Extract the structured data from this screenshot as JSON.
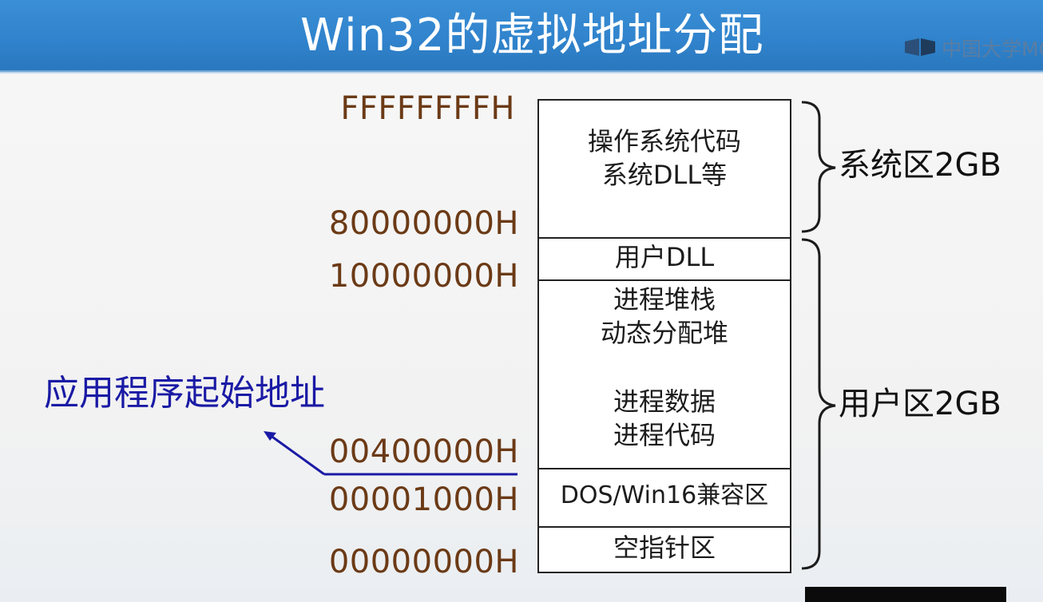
{
  "header": {
    "title": "Win32的虚拟地址分配",
    "brand": "中国大学MOOC"
  },
  "addresses": [
    {
      "id": "addr-ffffffff",
      "label": "FFFFFFFFH"
    },
    {
      "id": "addr-80000000",
      "label": "80000000H"
    },
    {
      "id": "addr-10000000",
      "label": "10000000H"
    },
    {
      "id": "addr-00400000",
      "label": "00400000H"
    },
    {
      "id": "addr-00001000",
      "label": "00001000H"
    },
    {
      "id": "addr-00000000",
      "label": "00000000H"
    }
  ],
  "segments": {
    "system": [
      "操作系统代码",
      "系统DLL等"
    ],
    "user_dll": "用户DLL",
    "stack_heap": [
      "进程堆栈",
      "动态分配堆"
    ],
    "data_code": [
      "进程数据",
      "进程代码"
    ],
    "dos_compat": "DOS/Win16兼容区",
    "null_ptr": "空指针区"
  },
  "regions": {
    "system": "系统区2GB",
    "user": "用户区2GB"
  },
  "callout": {
    "label": "应用程序起始地址"
  },
  "colors": {
    "header_bg": "#2f82cb",
    "title_text": "#ffffff",
    "address_text": "#6b3a16",
    "callout_text": "#1a1aa5",
    "brace": "#1c1c1c"
  }
}
